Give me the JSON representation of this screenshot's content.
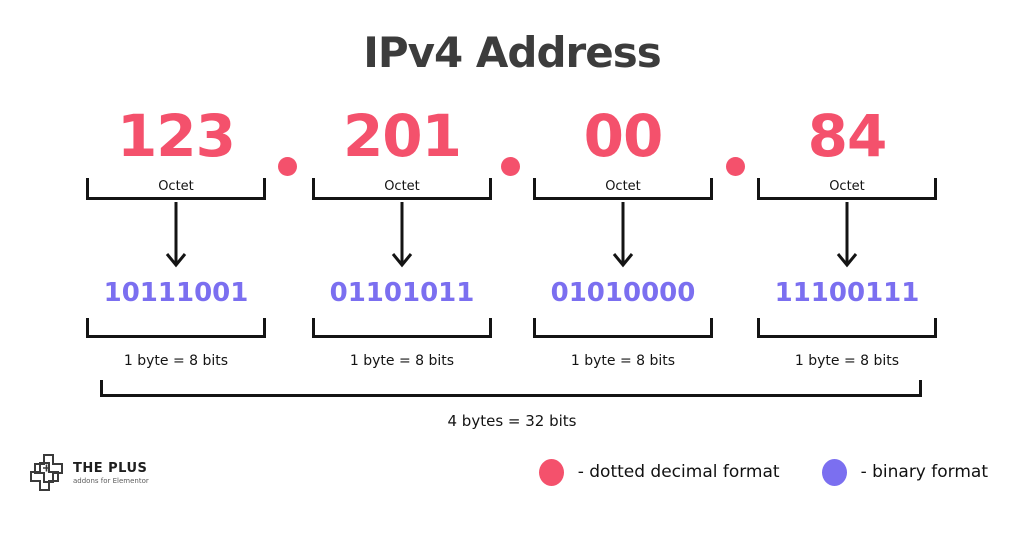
{
  "title": "IPv4 Address",
  "separator_symbol": ".",
  "octets": [
    {
      "decimal": "123",
      "octet_label": "Octet",
      "binary": "10111001",
      "byte_label": "1 byte = 8 bits"
    },
    {
      "decimal": "201",
      "octet_label": "Octet",
      "binary": "01101011",
      "byte_label": "1 byte = 8 bits"
    },
    {
      "decimal": "00",
      "octet_label": "Octet",
      "binary": "01010000",
      "byte_label": "1 byte = 8 bits"
    },
    {
      "decimal": "84",
      "octet_label": "Octet",
      "binary": "11100111",
      "byte_label": "1 byte = 8 bits"
    }
  ],
  "total_label": "4 bytes = 32 bits",
  "legend": [
    {
      "label": "- dotted decimal format",
      "color": "#f4516c"
    },
    {
      "label": "- binary format",
      "color": "#7b6ff0"
    }
  ],
  "branding": {
    "name": "THE PLUS",
    "tagline": "addons for Elementor"
  },
  "colors": {
    "decimal": "#f4516c",
    "binary": "#7b6ff0",
    "title": "#3c3c3c",
    "line": "#141414",
    "background": "#ffffff"
  }
}
